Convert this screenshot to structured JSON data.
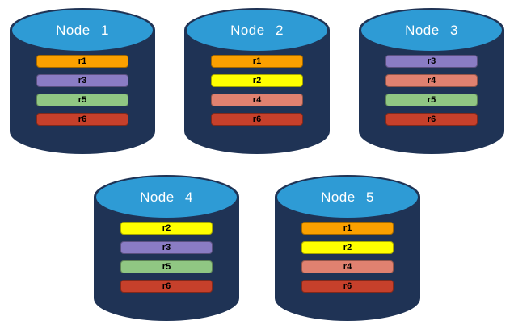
{
  "diagram": {
    "background": "#FFFFFF",
    "colors": {
      "cylinder_body": "#1F3355",
      "cylinder_top": "#2E9BD5",
      "title_text": "#FFFFFF",
      "bar_text": "#000000"
    },
    "replica_colors": {
      "r1": "#FBA000",
      "r2": "#FFFF00",
      "r3": "#8A7CC4",
      "r4": "#E08170",
      "r5": "#90C783",
      "r6": "#C6402B"
    },
    "nodes": [
      {
        "name": "Node 1",
        "replicas": [
          "r1",
          "r3",
          "r5",
          "r6"
        ]
      },
      {
        "name": "Node 2",
        "replicas": [
          "r1",
          "r2",
          "r4",
          "r6"
        ]
      },
      {
        "name": "Node 3",
        "replicas": [
          "r3",
          "r4",
          "r5",
          "r6"
        ]
      },
      {
        "name": "Node 4",
        "replicas": [
          "r2",
          "r3",
          "r5",
          "r6"
        ]
      },
      {
        "name": "Node 5",
        "replicas": [
          "r1",
          "r2",
          "r4",
          "r6"
        ]
      }
    ]
  }
}
